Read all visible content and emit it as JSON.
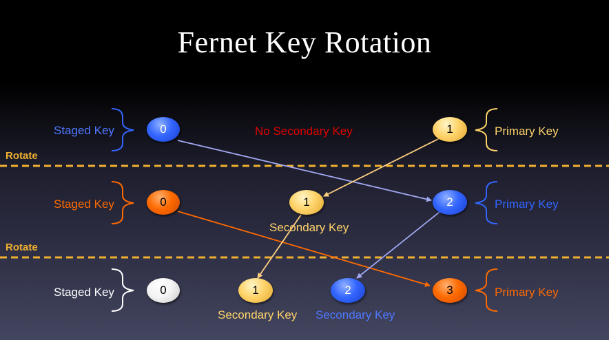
{
  "title": "Fernet Key Rotation",
  "colors": {
    "blue": "#3366ff",
    "orange": "#ff6a00",
    "yellow": "#ffd36a",
    "white": "#ffffff",
    "red": "#e00000",
    "divider": "#f0b030",
    "arrow_blue": "#a0a8f0",
    "arrow_yellow": "#ffd080",
    "arrow_orange": "#ff6a00"
  },
  "rotate_labels": [
    "Rotate",
    "Rotate"
  ],
  "rows": [
    {
      "staged": {
        "label": "Staged Key",
        "value": "0",
        "color": "blue"
      },
      "secondary_note": "No Secondary Key",
      "primary": {
        "label": "Primary Key",
        "value": "1",
        "color": "yellow"
      }
    },
    {
      "staged": {
        "label": "Staged Key",
        "value": "0",
        "color": "orange"
      },
      "secondary": [
        {
          "label": "Secondary Key",
          "value": "1",
          "color": "yellow"
        }
      ],
      "primary": {
        "label": "Primary Key",
        "value": "2",
        "color": "blue"
      }
    },
    {
      "staged": {
        "label": "Staged Key",
        "value": "0",
        "color": "white"
      },
      "secondary": [
        {
          "label": "Secondary Key",
          "value": "1",
          "color": "yellow"
        },
        {
          "label": "Secondary Key",
          "value": "2",
          "color": "blue"
        }
      ],
      "primary": {
        "label": "Primary Key",
        "value": "3",
        "color": "orange"
      }
    }
  ]
}
